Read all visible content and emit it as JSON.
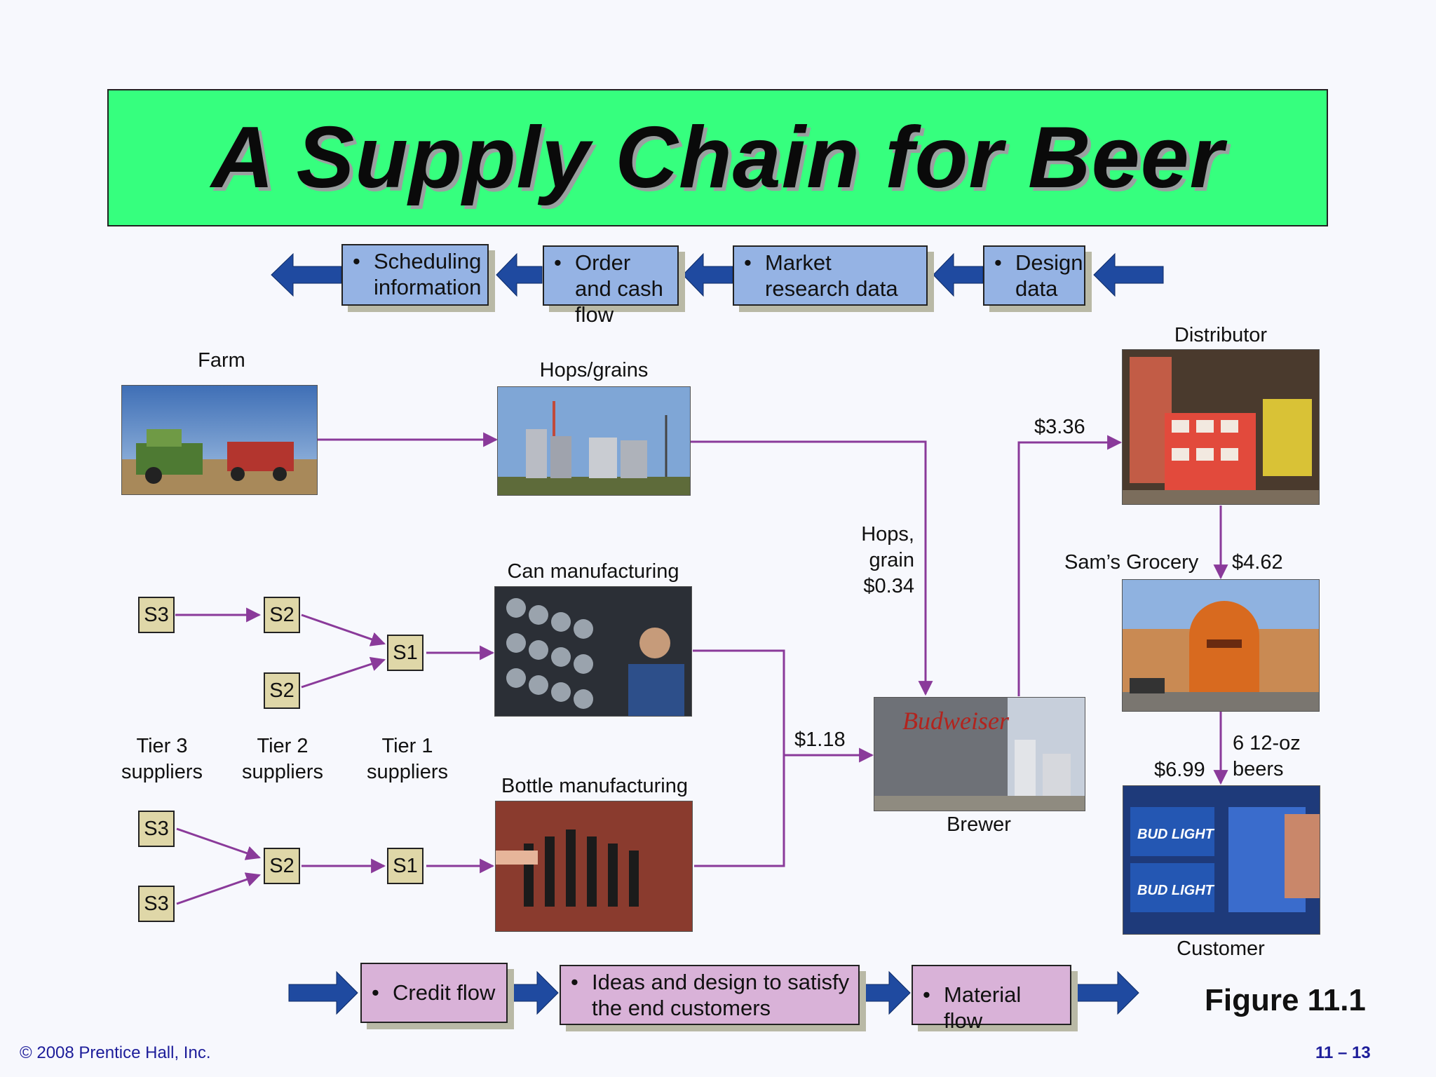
{
  "title": "A Supply Chain for Beer",
  "info_flows": [
    {
      "text": "Scheduling information"
    },
    {
      "text": "Order and cash flow"
    },
    {
      "text": "Market research data"
    },
    {
      "text": "Design data"
    }
  ],
  "bottom_flows": [
    {
      "text": "Credit flow"
    },
    {
      "text": "Ideas and design to satisfy the end customers"
    },
    {
      "text": "Material flow"
    }
  ],
  "nodes": {
    "farm": "Farm",
    "hops_grains": "Hops/grains",
    "can_manufacturing": "Can manufacturing",
    "bottle_manufacturing": "Bottle manufacturing",
    "brewer": "Brewer",
    "distributor": "Distributor",
    "grocery": "Sam’s Grocery",
    "customer": "Customer"
  },
  "suppliers": {
    "s3": "S3",
    "s2": "S2",
    "s1": "S1",
    "tier3_line1": "Tier 3",
    "tier3_line2": "suppliers",
    "tier2_line1": "Tier 2",
    "tier2_line2": "suppliers",
    "tier1_line1": "Tier 1",
    "tier1_line2": "suppliers"
  },
  "prices": {
    "hops_line1": "Hops,",
    "hops_line2": "grain",
    "hops_line3": "$0.34",
    "containers": "$1.18",
    "distributor": "$3.36",
    "grocery": "$4.62",
    "customer": "$6.99",
    "beers_line1": "6 12-oz",
    "beers_line2": "beers"
  },
  "figure": "Figure 11.1",
  "copyright": "© 2008 Prentice Hall, Inc.",
  "page_number": "11 – 13",
  "colors": {
    "title_bg": "#36ff7e",
    "info_box": "#95b3e4",
    "bottom_box": "#d9b2d8",
    "supplier_box": "#dfd7a8",
    "flow_arrow": "#1f4aa0",
    "connector": "#8a3a9a",
    "footer_text": "#1d1d9a"
  }
}
